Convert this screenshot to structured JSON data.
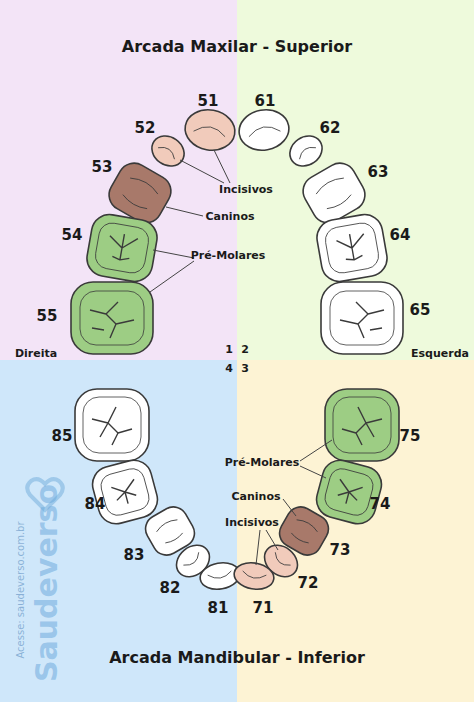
{
  "diagram": {
    "title": "Arcada Maxilar - Superior",
    "caption": "Arcada Mandibular - Inferior",
    "labels": [
      "51",
      "61",
      "52",
      "62",
      "53",
      "63",
      "54",
      "64",
      "55",
      "65",
      "Incisivos",
      "Caninos",
      "Pré-Molares",
      "Direita",
      "Esquerda",
      "1",
      "2",
      "4",
      "3",
      "85",
      "75",
      "84",
      "74",
      "83",
      "73",
      "82",
      "72",
      "81",
      "71",
      "Pré-Molares",
      "Caninos",
      "Incisivos",
      "Saudeverso",
      "Acesse: saudeverso.com.br"
    ]
  }
}
